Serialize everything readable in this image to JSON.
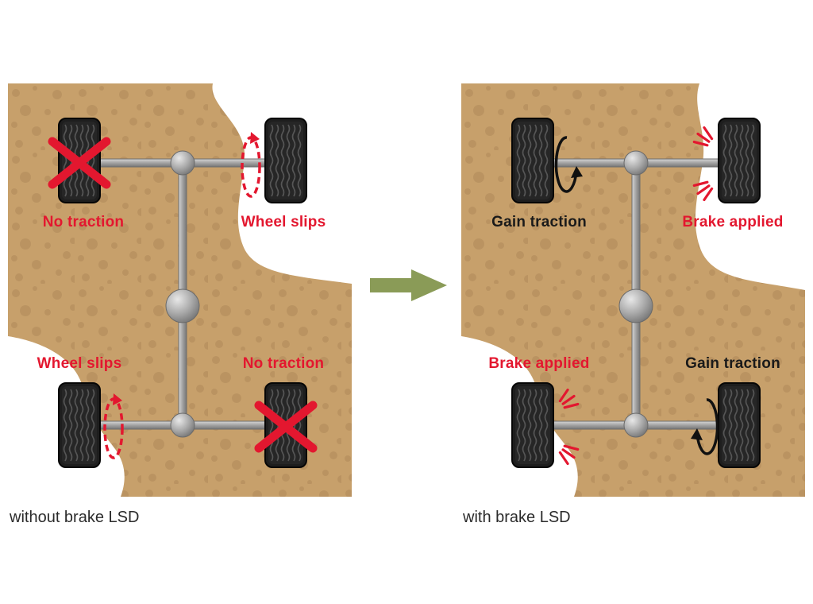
{
  "figure": {
    "transition": {
      "direction": "right",
      "arrow_color": "#8a9b57"
    },
    "colors": {
      "page_background": "#ffffff",
      "ground": "#c7a06b",
      "ground_dots": "#b18b5a",
      "slippery_surface": "#ffffff",
      "alert_red": "#e3172f",
      "label_black": "#1a1a1a",
      "drivetrain_metal": "#9a9a9a",
      "caption_text": "#2b2b2b"
    },
    "panels": [
      {
        "id": "without-brake-lsd",
        "caption": "without brake LSD",
        "wheels": [
          {
            "position": "front-left",
            "label": "No traction",
            "label_color": "#e3172f",
            "mark": "no-traction-x"
          },
          {
            "position": "front-right",
            "label": "Wheel slips",
            "label_color": "#e3172f",
            "mark": "wheel-slip-rotation"
          },
          {
            "position": "rear-left",
            "label": "Wheel slips",
            "label_color": "#e3172f",
            "mark": "wheel-slip-rotation"
          },
          {
            "position": "rear-right",
            "label": "No traction",
            "label_color": "#e3172f",
            "mark": "no-traction-x"
          }
        ]
      },
      {
        "id": "with-brake-lsd",
        "caption": "with brake LSD",
        "wheels": [
          {
            "position": "front-left",
            "label": "Gain traction",
            "label_color": "#1a1a1a",
            "mark": "drive-rotation"
          },
          {
            "position": "front-right",
            "label": "Brake applied",
            "label_color": "#e3172f",
            "mark": "brake-sparks"
          },
          {
            "position": "rear-left",
            "label": "Brake applied",
            "label_color": "#e3172f",
            "mark": "brake-sparks"
          },
          {
            "position": "rear-right",
            "label": "Gain traction",
            "label_color": "#1a1a1a",
            "mark": "drive-rotation"
          }
        ]
      }
    ]
  }
}
